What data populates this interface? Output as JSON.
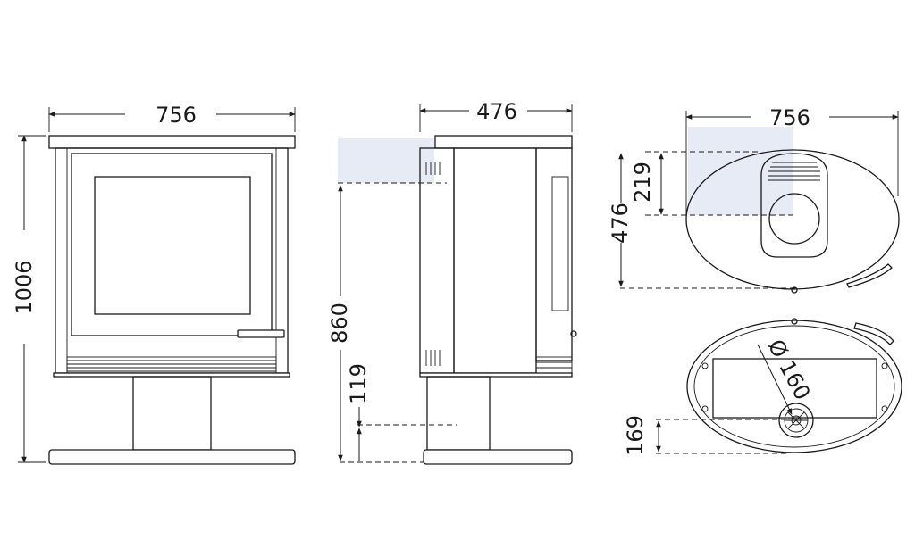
{
  "front_view": {
    "width": "756",
    "height": "1006"
  },
  "side_view": {
    "depth": "476",
    "height_860": "860",
    "height_119": "119"
  },
  "top_view": {
    "width": "756",
    "depth": "476",
    "offset_219": "219"
  },
  "bottom_view": {
    "diameter": "Ø 160",
    "offset_169": "169"
  },
  "colors": {
    "line": "#1a1a1a",
    "highlight": "#e6ebf5"
  }
}
